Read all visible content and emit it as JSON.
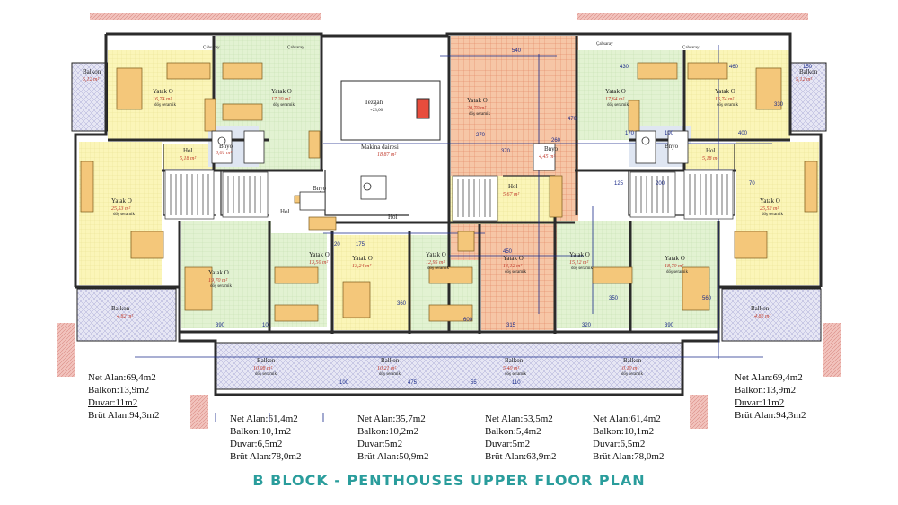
{
  "title": "B BLOCK - PENTHOUSES UPPER FLOOR PLAN",
  "colors": {
    "caption": "#2a9d9c",
    "yellow_room": "#fbf5b8",
    "green_room": "#e2f2d2",
    "orange_room": "#f6c6a6",
    "balcony": "#dfe0f2",
    "wall": "#2b2b2b",
    "roof_edge": "#e8a6a0",
    "dimension": "#1a2a8a",
    "area_text": "#c0392b"
  },
  "rooms": [
    {
      "id": "balkon-tl",
      "name": "Balkon",
      "area": "5,12 m²"
    },
    {
      "id": "yatak-1",
      "name": "Yatak O",
      "area": "16,74 m²",
      "note": "döş seramik"
    },
    {
      "id": "yatak-2",
      "name": "Yatak O",
      "area": "17,20 m²",
      "note": "döş seramik"
    },
    {
      "id": "banyo-1",
      "name": "Bnyo",
      "area": "3,61 m²"
    },
    {
      "id": "hol-1",
      "name": "Hol",
      "area": "5,18 m²"
    },
    {
      "id": "yatak-3",
      "name": "Yatak O",
      "area": "25,53 m²",
      "note": "döş seramik"
    },
    {
      "id": "yatak-4",
      "name": "Yatak O",
      "area": "19,70 m²",
      "note": "döş seramik"
    },
    {
      "id": "yatak-5",
      "name": "Yatak O",
      "area": "13,50 m²"
    },
    {
      "id": "hol-2",
      "name": "Hol",
      "area": ""
    },
    {
      "id": "banyo-2",
      "name": "Bnyo",
      "area": ""
    },
    {
      "id": "balkon-ml",
      "name": "Balkon",
      "area": "4,82 m²"
    },
    {
      "id": "tezgah",
      "name": "Tezgah",
      "area": "+23,00"
    },
    {
      "id": "makina",
      "name": "Makina dairesi",
      "area": "18,87 m²"
    },
    {
      "id": "yatak-6",
      "name": "Yatak O",
      "area": "13,24 m²"
    },
    {
      "id": "hol-3",
      "name": "Hol",
      "area": ""
    },
    {
      "id": "yatak-7",
      "name": "Yatak O",
      "area": "12,95 m²",
      "note": "döş seramik"
    },
    {
      "id": "yatak-8",
      "name": "Yatak O",
      "area": "20,70 m²",
      "note": "döş seramik"
    },
    {
      "id": "hol-4",
      "name": "Hol",
      "area": "5,67 m²"
    },
    {
      "id": "yatak-9",
      "name": "Yatak O",
      "area": "13,12 m²",
      "note": "döş seramik"
    },
    {
      "id": "banyo-3",
      "name": "Bnyo",
      "area": "4,45 m²"
    },
    {
      "id": "yatak-10",
      "name": "Yatak O",
      "area": "17,64 m²",
      "note": "döş seramik"
    },
    {
      "id": "yatak-11",
      "name": "Yatak O",
      "area": "16,74 m²",
      "note": "döş seramik"
    },
    {
      "id": "balkon-tr",
      "name": "Balkon",
      "area": "5,12 m²"
    },
    {
      "id": "banyo-4",
      "name": "Bnyo",
      "area": ""
    },
    {
      "id": "hol-5",
      "name": "Hol",
      "area": "5,18 m²"
    },
    {
      "id": "yatak-12",
      "name": "Yatak O",
      "area": "25,52 m²",
      "note": "döş seramik"
    },
    {
      "id": "yatak-13",
      "name": "Yatak O",
      "area": "15,12 m²",
      "note": "döş seramik"
    },
    {
      "id": "yatak-14",
      "name": "Yatak O",
      "area": "18,70 m²",
      "note": "döş seramik"
    },
    {
      "id": "balkon-mr",
      "name": "Balkon",
      "area": "4,82 m²"
    },
    {
      "id": "balkon-b1",
      "name": "Balkon",
      "area": "10,08 m²",
      "note": "döş seramik"
    },
    {
      "id": "balkon-b2",
      "name": "Balkon",
      "area": "10,21 m²",
      "note": "döş seramik"
    },
    {
      "id": "balkon-b3",
      "name": "Balkon",
      "area": "5,40 m²",
      "note": "döş seramik"
    },
    {
      "id": "balkon-b4",
      "name": "Balkon",
      "area": "10,10 m²",
      "note": "döş seramik"
    }
  ],
  "labels": {
    "cahsaray": "Çahsaray",
    "dims": [
      "540",
      "370",
      "450",
      "430",
      "460",
      "150",
      "190",
      "400",
      "270",
      "260",
      "170",
      "125",
      "200",
      "330",
      "70",
      "470",
      "390",
      "320",
      "315",
      "475",
      "100",
      "110",
      "55",
      "600",
      "175",
      "10",
      "20",
      "390",
      "360",
      "350",
      "560"
    ]
  },
  "stats": {
    "left": {
      "net": "Net Alan:69,4m2",
      "balkon": "Balkon:13,9m2",
      "duvar": "Duvar:11m2",
      "brut": "Brüt Alan:94,3m2"
    },
    "right": {
      "net": "Net Alan:69,4m2",
      "balkon": "Balkon:13,9m2",
      "duvar": "Duvar:11m2",
      "brut": "Brüt Alan:94,3m2"
    },
    "unit_a": {
      "net": "Net Alan:61,4m2",
      "balkon": "Balkon:10,1m2",
      "duvar": "Duvar:6,5m2",
      "brut": "Brüt Alan:78,0m2"
    },
    "unit_b": {
      "net": "Net Alan:35,7m2",
      "balkon": "Balkon:10,2m2",
      "duvar": "Duvar:5m2",
      "brut": "Brüt Alan:50,9m2"
    },
    "unit_c": {
      "net": "Net Alan:53,5m2",
      "balkon": "Balkon:5,4m2",
      "duvar": "Duvar:5m2",
      "brut": "Brüt Alan:63,9m2"
    },
    "unit_d": {
      "net": "Net Alan:61,4m2",
      "balkon": "Balkon:10,1m2",
      "duvar": "Duvar:6,5m2",
      "brut": "Brüt Alan:78,0m2"
    }
  }
}
